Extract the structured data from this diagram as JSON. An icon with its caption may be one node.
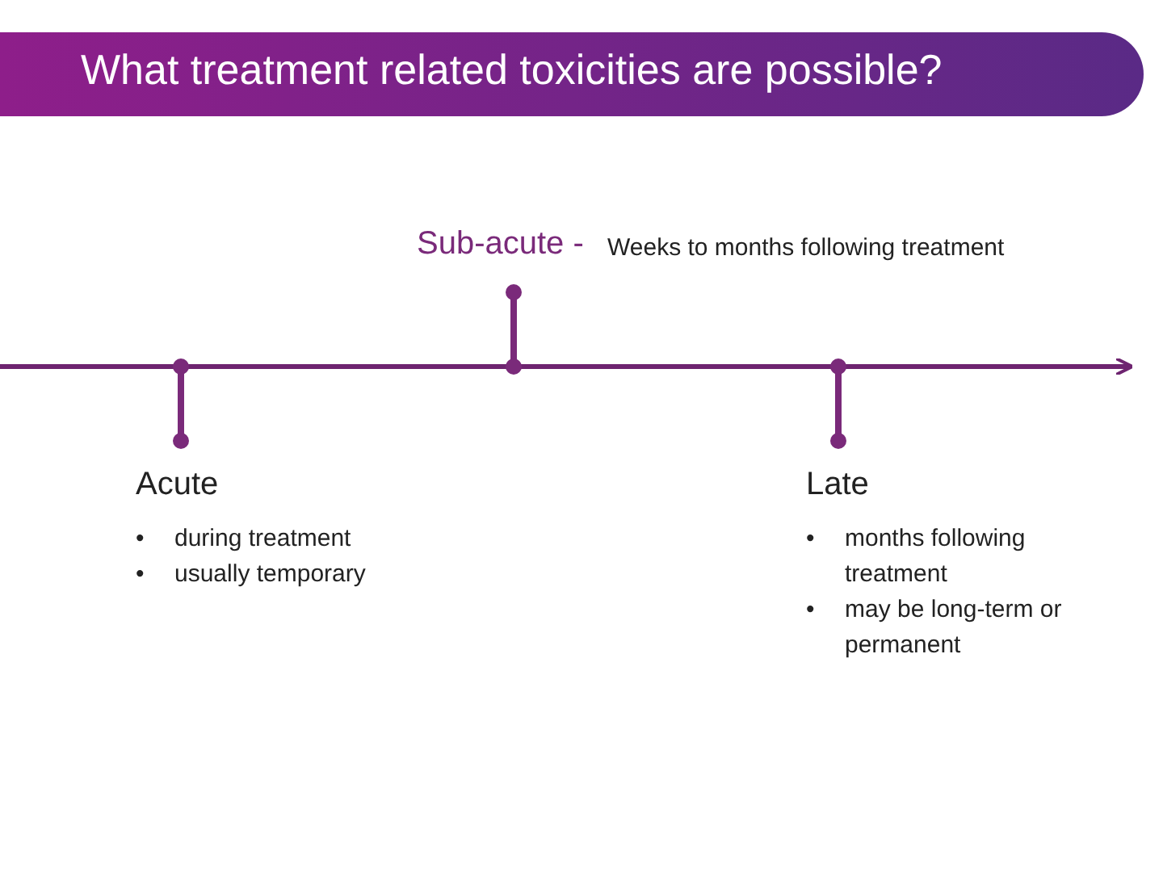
{
  "diagram": {
    "title": "What treatment related toxicities are possible?",
    "labels": [
      "Sub-acute -",
      "Weeks to months following treatment",
      "Acute",
      "•",
      "during treatment",
      "•",
      "usually temporary",
      "Late",
      "•",
      "months following treatment",
      "•",
      "may be long-term or permanent"
    ]
  }
}
